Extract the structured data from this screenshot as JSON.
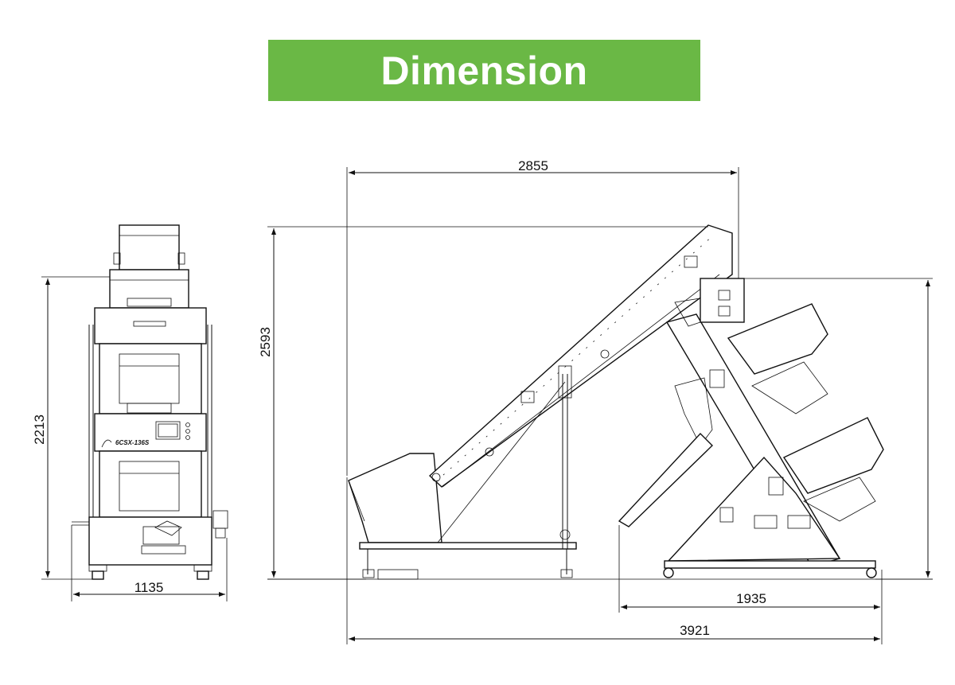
{
  "banner": {
    "title": "Dimension",
    "color": "#6ab845"
  },
  "front_view": {
    "height_label": "2213",
    "width_label": "1135",
    "model_label": "6CSX-136S"
  },
  "side_view": {
    "overall_height_label": "2593",
    "conveyor_span_label": "2855",
    "sorter_length_label": "1935",
    "overall_length_label": "3921"
  }
}
